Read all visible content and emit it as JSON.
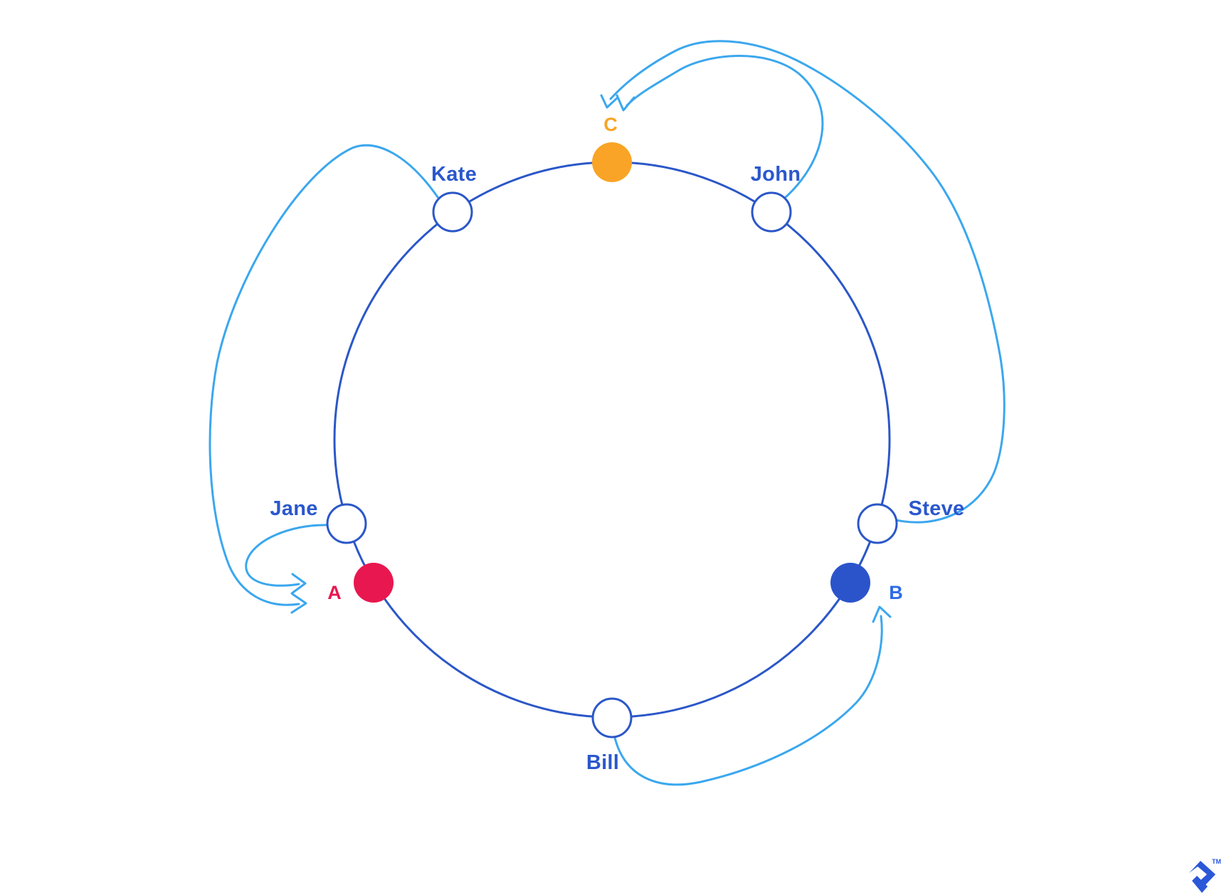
{
  "diagram": {
    "ring_nodes": [
      {
        "label": "Kate"
      },
      {
        "label": "John"
      },
      {
        "label": "Jane"
      },
      {
        "label": "Steve"
      },
      {
        "label": "Bill"
      }
    ],
    "data_points": [
      {
        "label": "A",
        "color": "#E8174F"
      },
      {
        "label": "B",
        "color": "#2B54CB"
      },
      {
        "label": "C",
        "color": "#F9A426"
      }
    ],
    "arrows": [
      {
        "from": "Kate",
        "to": "A"
      },
      {
        "from": "Jane",
        "to": "A"
      },
      {
        "from": "John",
        "to": "C"
      },
      {
        "from": "Steve",
        "to": "C"
      },
      {
        "from": "Bill",
        "to": "B"
      }
    ]
  },
  "colors": {
    "ring": "#2B57C8",
    "node_stroke": "#2B57C8",
    "arrow": "#3BA7EE",
    "name_label": "#2A57CD",
    "point_a": "#E8174F",
    "point_b": "#2B54CB",
    "point_c": "#F9A426",
    "label_a": "#E8174F",
    "label_b": "#2E6BE5",
    "label_c": "#F9A426",
    "logo": "#2B58D8"
  },
  "logo": {
    "trademark": "TM"
  }
}
